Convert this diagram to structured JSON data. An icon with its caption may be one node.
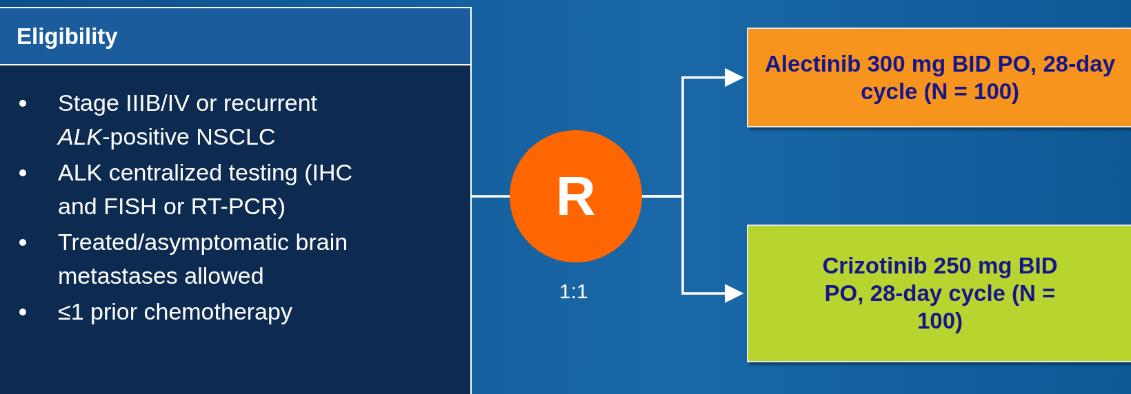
{
  "diagram": {
    "nodes": [
      {
        "text": [
          "Eligibility",
          "Stage IIIB/IV or recurrent *ALK*-positive NSCLC",
          "ALK centralized testing (IHC and FISH or RT-PCR)",
          "Treated/asymptomatic brain metastases allowed",
          "≤1 prior chemotherapy"
        ]
      },
      {
        "text": [
          "R"
        ],
        "beside": [
          "1:1"
        ]
      },
      {
        "text": [
          "Alectinib 300 mg BID PO, 28-day cycle (N = 100)"
        ]
      },
      {
        "text": [
          "Crizotinib 250 mg BID PO, 28-day cycle (N = 100)"
        ]
      }
    ],
    "edges": [
      {
        "from": 0,
        "to": 1,
        "arrow": "none"
      },
      {
        "from": 1,
        "to": 2,
        "arrow": "to"
      },
      {
        "from": 1,
        "to": 3,
        "arrow": "to"
      }
    ]
  }
}
